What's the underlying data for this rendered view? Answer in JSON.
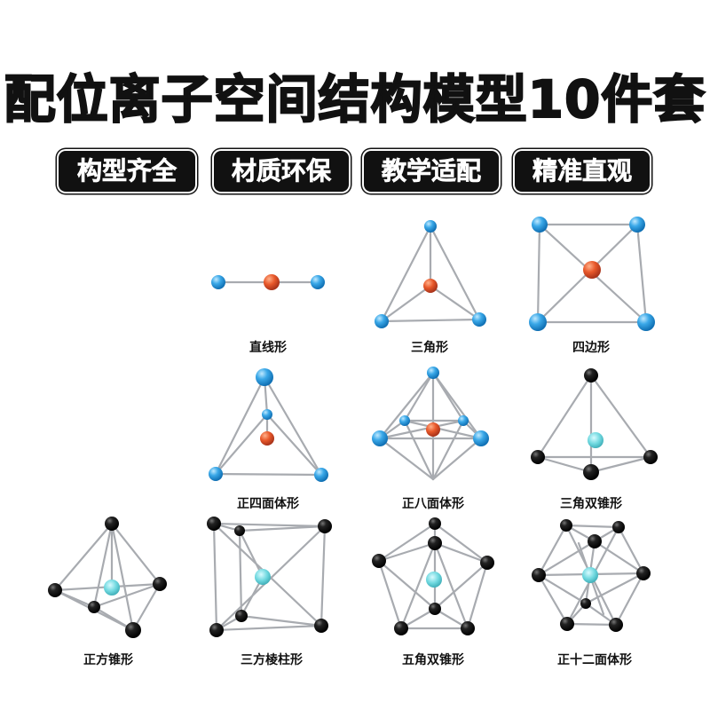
{
  "title": "配位离子空间结构模型10件套",
  "badges": [
    "构型齐全",
    "材质环保",
    "教学适配",
    "精准直观"
  ],
  "models": [
    {
      "label": "直线形"
    },
    {
      "label": "三角形"
    },
    {
      "label": "四边形"
    },
    {
      "label": "正四面体形"
    },
    {
      "label": "正八面体形"
    },
    {
      "label": "三角双锥形"
    },
    {
      "label": "正方锥形"
    },
    {
      "label": "三方棱柱形"
    },
    {
      "label": "五角双锥形"
    },
    {
      "label": "正十二面体形"
    }
  ],
  "colors": {
    "ligand_blue": "#2f9fe0",
    "center_orange": "#e85a2a",
    "ligand_black": "#111111",
    "center_cyan": "#6fd8df",
    "rod": "#a8abb0"
  }
}
